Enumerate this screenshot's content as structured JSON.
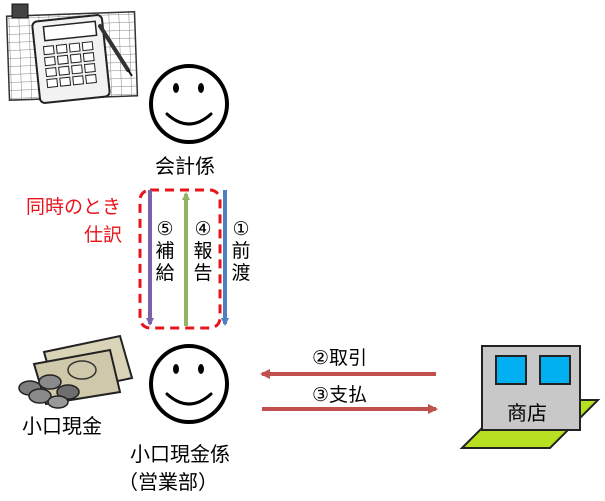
{
  "accountant": {
    "label": "会計係"
  },
  "simultaneous_note": {
    "line1": "同時のとき",
    "line2": "仕訳"
  },
  "flows": {
    "replenish": {
      "num": "⑤",
      "chars": [
        "補",
        "給"
      ]
    },
    "report": {
      "num": "④",
      "chars": [
        "報",
        "告"
      ]
    },
    "advance": {
      "num": "①",
      "chars": [
        "前",
        "渡"
      ]
    },
    "transaction": "②取引",
    "payment": "③支払"
  },
  "petty_cash": {
    "label": "小口現金"
  },
  "cashier": {
    "line1": "小口現金係",
    "line2": "（営業部）"
  },
  "shop": {
    "label": "商店"
  },
  "colors": {
    "purple_arrow": "#7b62a8",
    "green_arrow": "#8fb561",
    "blue_arrow": "#4f7fc1",
    "red_arrow": "#c0504d",
    "dashed_box": "#e8141b",
    "shop_ground": "#b7e021",
    "shop_window": "#00b0f0",
    "shop_building": "#c8c8c8"
  },
  "icons": [
    "calculator-doc-icon",
    "face-icon",
    "cash-icon",
    "shop-icon"
  ]
}
